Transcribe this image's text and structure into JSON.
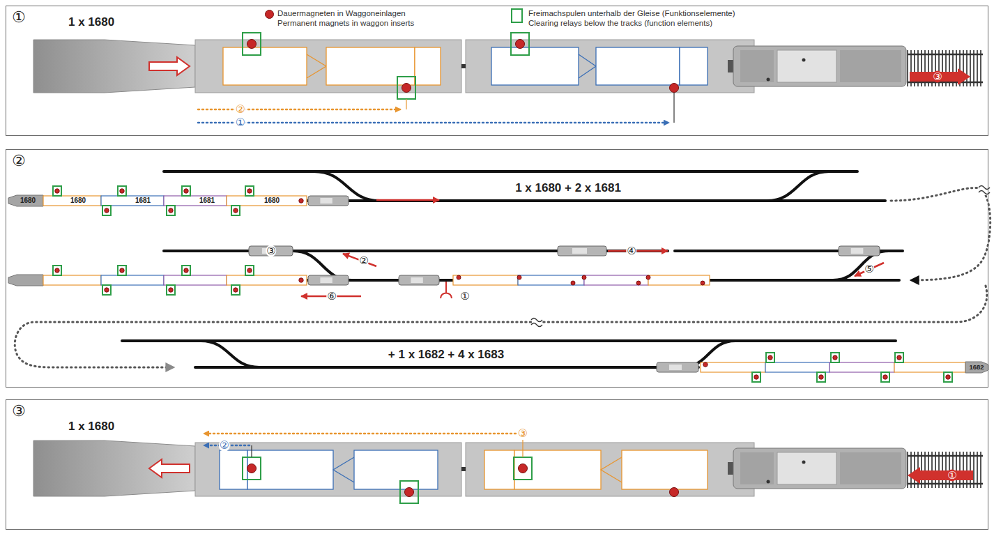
{
  "diagram": {
    "nodes": [
      {
        "text": [
          "①"
        ]
      },
      {
        "text": [
          "②"
        ]
      },
      {
        "text": [
          "③"
        ]
      }
    ],
    "labels": [
      "1 x 1680",
      "②",
      "①",
      "③",
      "1680",
      "1680",
      "1681",
      "1681",
      "1680",
      "1 x 1680 + 2 x 1681",
      "③",
      "②",
      "④",
      "⑤",
      "①",
      "⑥",
      "+ 1 x 1682 + 4 x 1683",
      "1682",
      "1 x 1680",
      "③",
      "②",
      "①"
    ],
    "legend": [
      {
        "text": "Dauermagneten in Waggoneinlagen Permanent magnets in waggon inserts",
        "color": "#c62828"
      },
      {
        "text": "Freimachspulen unterhalb der Gleise (Funktionselemente) Clearing relays below the tracks (function elements)",
        "color": "#2e9e48"
      }
    ]
  }
}
